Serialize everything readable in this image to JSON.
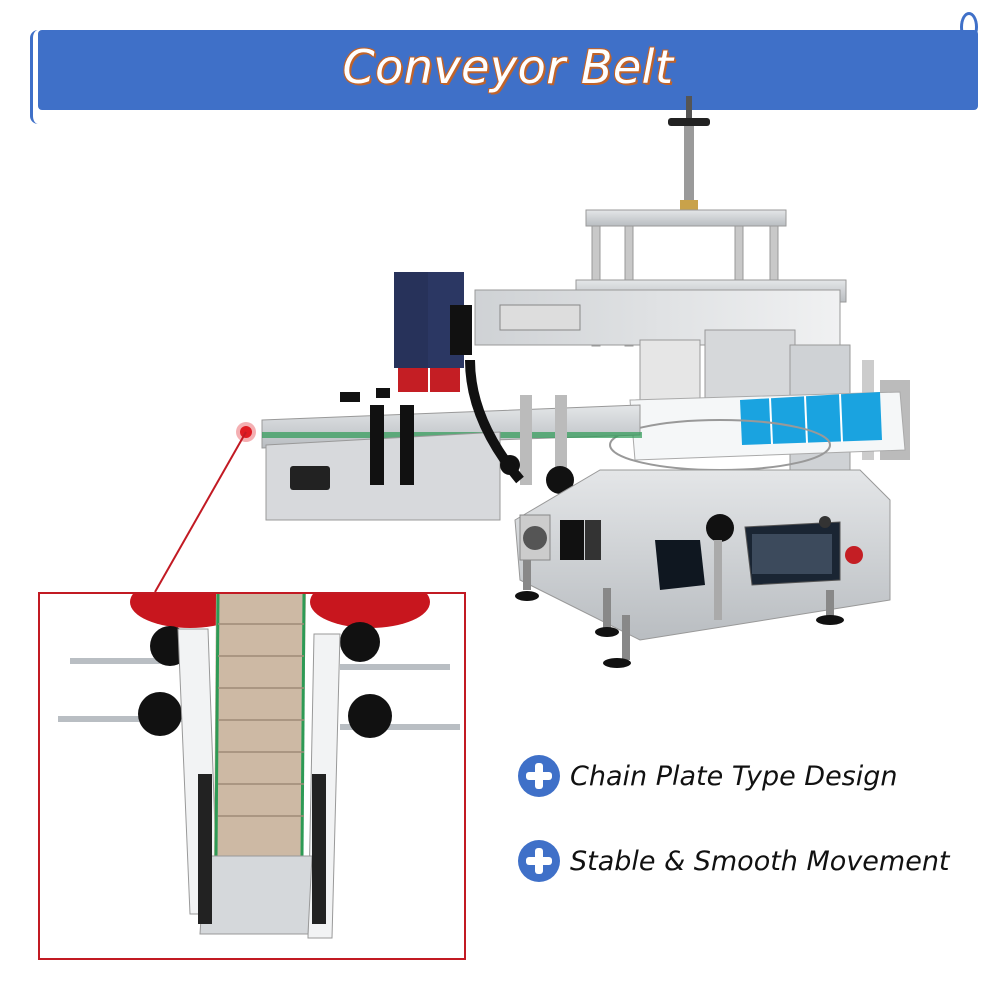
{
  "banner": {
    "title": "Conveyor Belt"
  },
  "features": [
    {
      "label": "Chain Plate Type Design"
    },
    {
      "label": "Stable & Smooth Movement"
    }
  ],
  "colors": {
    "banner_blue": "#3f70c8",
    "title_outline": "#c0632a",
    "callout_red": "#c21a23",
    "bullet_blue": "#3f70c8"
  },
  "icons": [
    "plus-icon",
    "plus-icon"
  ]
}
